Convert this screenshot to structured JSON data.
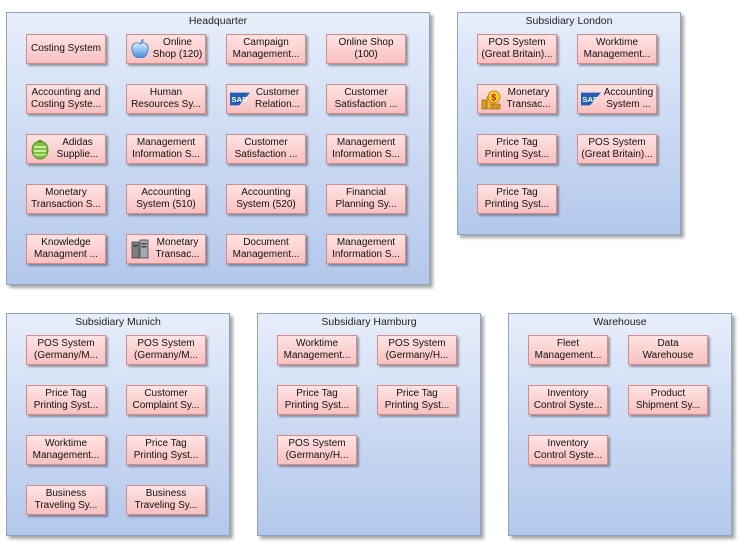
{
  "groups": [
    {
      "title": "Headquarter",
      "nodes": [
        {
          "label": "Costing System"
        },
        {
          "label": "Online\nShop (120)",
          "icon": "apple-icon"
        },
        {
          "label": "Campaign\nManagement..."
        },
        {
          "label": "Online Shop\n(100)"
        },
        {
          "label": "Accounting and\nCosting Syste..."
        },
        {
          "label": "Human\nResources Sy..."
        },
        {
          "label": "Customer\nRelation...",
          "icon": "sap-icon"
        },
        {
          "label": "Customer\nSatisfaction ..."
        },
        {
          "label": "Adidas\nSupplie...",
          "icon": "adidas-icon"
        },
        {
          "label": "Management\nInformation S..."
        },
        {
          "label": "Customer\nSatisfaction ..."
        },
        {
          "label": "Management\nInformation S..."
        },
        {
          "label": "Monetary\nTransaction S..."
        },
        {
          "label": "Accounting\nSystem (510)"
        },
        {
          "label": "Accounting\nSystem (520)"
        },
        {
          "label": "Financial\nPlanning Sy..."
        },
        {
          "label": "Knowledge\nManagment ..."
        },
        {
          "label": "Monetary\nTransac...",
          "icon": "server-icon"
        },
        {
          "label": "Document\nManagement..."
        },
        {
          "label": "Management\nInformation S..."
        }
      ]
    },
    {
      "title": "Subsidiary London",
      "nodes": [
        {
          "label": "POS System\n(Great Britain)..."
        },
        {
          "label": "Worktime\nManagement..."
        },
        {
          "label": "Monetary\nTransac...",
          "icon": "money-icon"
        },
        {
          "label": "Accounting\nSystem ...",
          "icon": "sap-icon"
        },
        {
          "label": "Price Tag\nPrinting Syst..."
        },
        {
          "label": "POS System\n(Great Britain)..."
        },
        {
          "label": "Price Tag\nPrinting Syst..."
        }
      ]
    },
    {
      "title": "Subsidiary Munich",
      "nodes": [
        {
          "label": "POS System\n(Germany/M..."
        },
        {
          "label": "POS System\n(Germany/M..."
        },
        {
          "label": "Price Tag\nPrinting Syst..."
        },
        {
          "label": "Customer\nComplaint Sy..."
        },
        {
          "label": "Worktime\nManagement..."
        },
        {
          "label": "Price Tag\nPrinting Syst..."
        },
        {
          "label": "Business\nTraveling Sy..."
        },
        {
          "label": "Business\nTraveling Sy..."
        }
      ]
    },
    {
      "title": "Subsidiary Hamburg",
      "nodes": [
        {
          "label": "Worktime\nManagement..."
        },
        {
          "label": "POS System\n(Germany/H..."
        },
        {
          "label": "Price Tag\nPrinting Syst..."
        },
        {
          "label": "Price Tag\nPrinting Syst..."
        },
        {
          "label": "POS System\n(Germany/H..."
        }
      ]
    },
    {
      "title": "Warehouse",
      "nodes": [
        {
          "label": "Fleet\nManagement..."
        },
        {
          "label": "Data Warehouse"
        },
        {
          "label": "Inventory\nControl Syste..."
        },
        {
          "label": "Product\nShipment Sy..."
        },
        {
          "label": "Inventory\nControl Syste..."
        }
      ]
    }
  ]
}
